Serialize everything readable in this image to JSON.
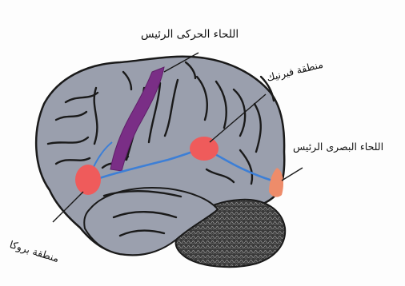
{
  "labels": {
    "primary_motor_cortex": "اللحاء الحركى الرئيس",
    "wernicke_area": "منطقة فيرنيك",
    "primary_visual_cortex": "اللحاء البصرى الرئيس",
    "broca_area": "منطقة بروكا"
  },
  "colors": {
    "brain": "#9a9fad",
    "brain_outline": "#1a1a1a",
    "motor_strip": "#7a2e86",
    "areas": "#ef5b5b",
    "visual_area": "#ee8c6a",
    "connector": "#3d7fd6",
    "cerebellum": "#2b2b2b"
  }
}
